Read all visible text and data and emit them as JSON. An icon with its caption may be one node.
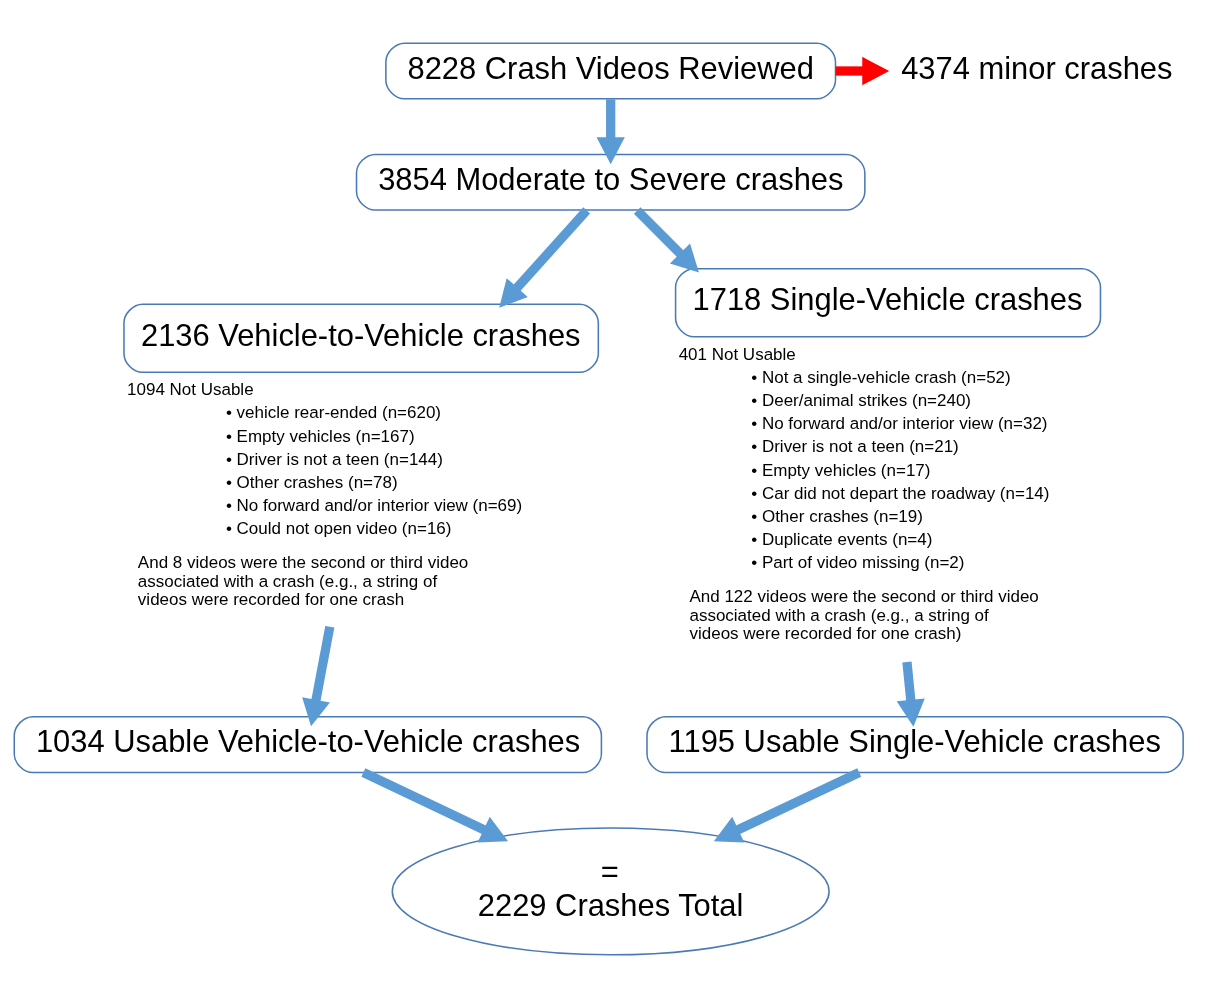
{
  "diagram": {
    "nodes": [
      {
        "text": [
          "8228 Crash Videos Reviewed"
        ]
      },
      {
        "text": [
          "4374 minor crashes"
        ]
      },
      {
        "text": [
          "3854 Moderate to Severe crashes"
        ]
      },
      {
        "text": [
          "2136 Vehicle-to-Vehicle crashes"
        ],
        "beside": [
          "1094 Not Usable",
          "• vehicle rear-ended (n=620)",
          "• Empty vehicles (n=167)",
          "• Driver is not a teen (n=144)",
          "• Other crashes (n=78)",
          "• No forward and/or interior view (n=69)",
          "• Could not open video (n=16)",
          "And 8 videos were the second or third video associated with a crash (e.g., a string of videos were recorded for one crash"
        ]
      },
      {
        "text": [
          "1718 Single-Vehicle crashes"
        ],
        "beside": [
          "401 Not Usable",
          "• Not a single-vehicle crash (n=52)",
          "• Deer/animal strikes (n=240)",
          "• No forward and/or interior view (n=32)",
          "• Driver is not a teen (n=21)",
          "• Empty vehicles (n=17)",
          "• Car did not depart the roadway (n=14)",
          "• Other crashes (n=19)",
          "• Duplicate events (n=4)",
          "• Part of video missing (n=2)",
          "And 122 videos were the second or third video associated with a crash (e.g., a string of videos were recorded for one crash)"
        ]
      },
      {
        "text": [
          "1034 Usable Vehicle-to-Vehicle crashes"
        ]
      },
      {
        "text": [
          "1195 Usable Single-Vehicle crashes"
        ]
      },
      {
        "text": [
          "=",
          "2229 Crashes Total"
        ]
      }
    ],
    "edges": [
      {
        "from": 0,
        "to": 1,
        "arrow": "to",
        "color": "#ff0000"
      },
      {
        "from": 0,
        "to": 2,
        "arrow": "to"
      },
      {
        "from": 2,
        "to": 3,
        "arrow": "to"
      },
      {
        "from": 2,
        "to": 4,
        "arrow": "to"
      },
      {
        "from": 3,
        "to": 5,
        "arrow": "to"
      },
      {
        "from": 4,
        "to": 6,
        "arrow": "to"
      },
      {
        "from": 5,
        "to": 7,
        "arrow": "to"
      },
      {
        "from": 6,
        "to": 7,
        "arrow": "to"
      }
    ]
  }
}
